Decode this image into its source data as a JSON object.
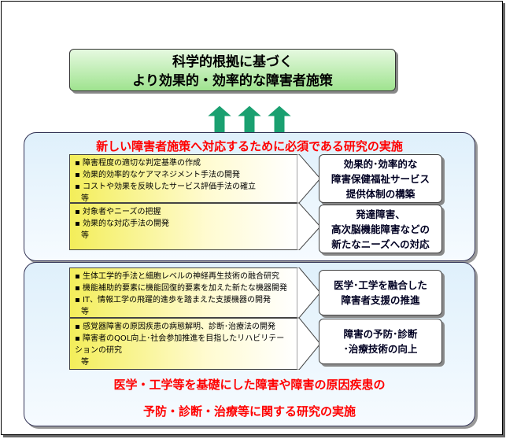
{
  "top": {
    "line1": "科学的根拠に基づく",
    "line2": "より効果的・効率的な障害者施策"
  },
  "upper": {
    "title": "新しい障害者施策へ対応するために必須である研究の実施",
    "rows": [
      {
        "items": [
          "障害程度の適切な判定基準の作成",
          "効果的効率的なケアマネジメント手法の開発",
          "コストや効果を反映したサービス評価手法の確立"
        ],
        "etc": "等",
        "result": [
          "効果的･効率的な",
          "障害保健福祉サービス",
          "提供体制の構築"
        ]
      },
      {
        "items": [
          "対象者やニーズの把握",
          "効果的な対応手法の開発"
        ],
        "etc": "等",
        "result": [
          "発達障害、",
          "高次脳機能障害などの",
          "新たなニーズへの対応"
        ]
      }
    ]
  },
  "lower": {
    "title1": "医学・工学等を基礎にした障害や障害の原因疾患の",
    "title2": "予防・診断・治療等に関する研究の実施",
    "rows": [
      {
        "items": [
          "生体工学的手法と細胞レベルの神経再生技術の融合研究",
          "機能補助的要素に機能回復的要素を加えた新たな機器開発",
          "IT、情報工学の飛躍的進歩を踏まえた支援機器の開発"
        ],
        "etc": "等",
        "result": [
          "医学･工学を融合した",
          "障害者支援の推進"
        ]
      },
      {
        "items": [
          "感覚器障害の原因疾患の病態解明、診断･治療法の開発",
          "障害者のQOL向上･社会参加推進を目指したリハビリテーションの研究"
        ],
        "etc": "等",
        "result": [
          "障害の予防･診断",
          "･治療技術の向上"
        ]
      }
    ]
  }
}
